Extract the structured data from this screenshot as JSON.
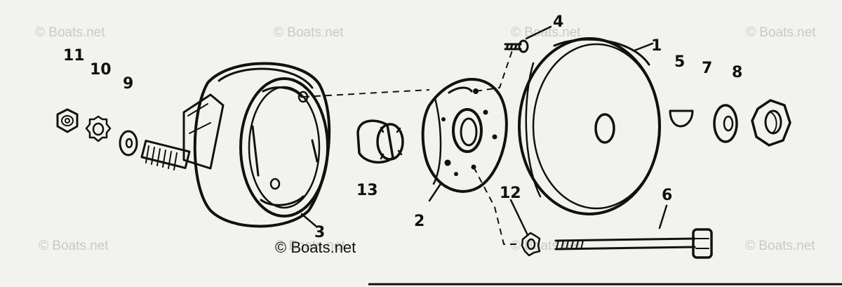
{
  "watermarks": [
    "© Boats.net",
    "© Boats.net",
    "© Boats.net",
    "© Boats.net",
    "© Boats.net",
    "© Boats.net",
    "© Boats.net",
    "© Boats.net"
  ],
  "copyright": "© Boats.net",
  "callouts": {
    "p1": "1",
    "p2": "2",
    "p3": "3",
    "p4": "4",
    "p5": "5",
    "p6": "6",
    "p7": "7",
    "p8": "8",
    "p9": "9",
    "p10": "10",
    "p11": "11",
    "p12": "12",
    "p13": "13"
  },
  "colors": {
    "ink": "#111111",
    "paper": "#f2f2f0",
    "watermark": "#c9c9c9"
  }
}
